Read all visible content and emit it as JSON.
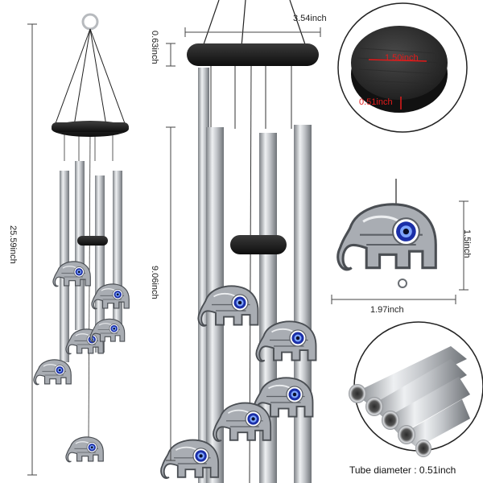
{
  "dimensions": {
    "overall_height": "25.59inch",
    "tube_length": "9.06inch",
    "ring_height": "0.63inch",
    "ring_width": "3.54inch",
    "disc_diameter": "1.50inch",
    "disc_thickness": "0.51inch",
    "charm_height": "1.5inch",
    "charm_width": "1.97inch"
  },
  "caption": "Tube diameter : 0.51inch",
  "colors": {
    "tube": "#b9bcc0",
    "wood": "#1f1f1f",
    "charm_silver": "#a9adb3",
    "eye_blue": "#1b2fa8"
  }
}
